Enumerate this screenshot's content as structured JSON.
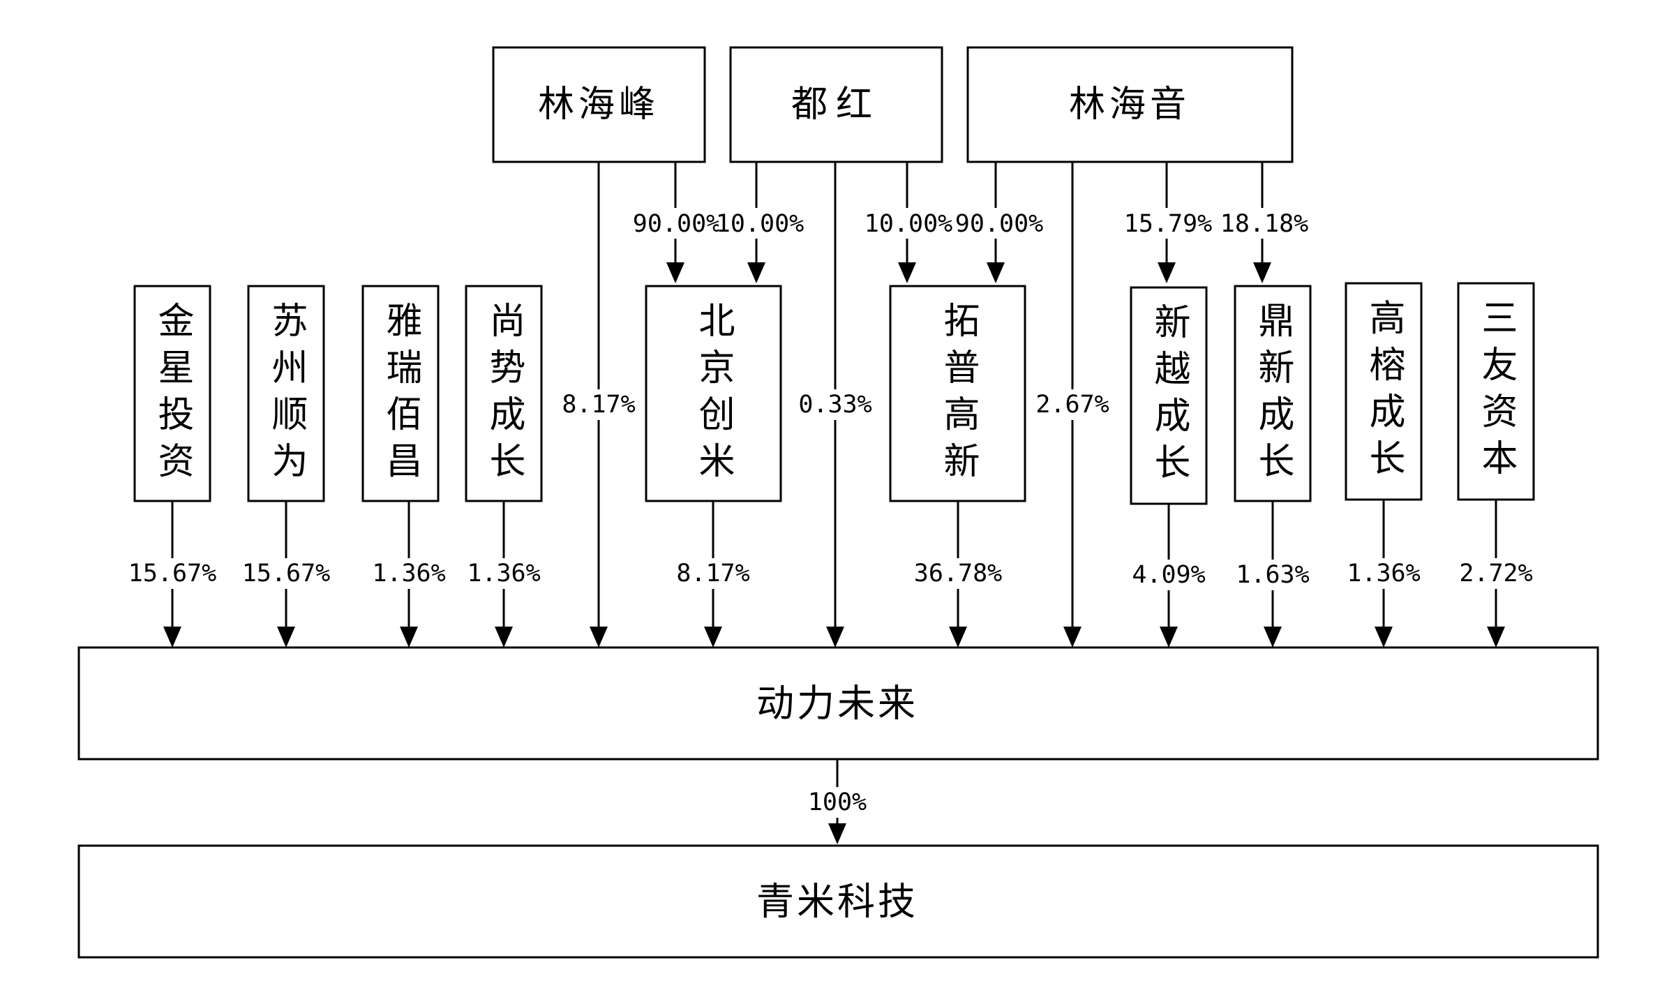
{
  "shareholders_top": {
    "lin_haifeng": "林海峰",
    "du_hong": "都红",
    "lin_haiyin": "林海音"
  },
  "mid_entities": {
    "jinxing": "金星投资",
    "suzhou": "苏州顺为",
    "yarui": "雅瑞佰昌",
    "shangshi": "尚势成长",
    "beijing": "北京创米",
    "tuopu": "拓普高新",
    "xinyue": "新越成长",
    "dingxin": "鼎新成长",
    "gaorong": "高榕成长",
    "sanyou": "三友资本"
  },
  "targets": {
    "dongli": "动力未来",
    "qingmi": "青米科技"
  },
  "edge_labels": {
    "lhf_to_beijing": "90.00%",
    "du_to_beijing": "10.00%",
    "du_to_tuopu": "10.00%",
    "lhy_to_tuopu": "90.00%",
    "lhy_to_xinyue": "15.79%",
    "lhy_to_dingxin": "18.18%",
    "lhf_to_dongli": "8.17%",
    "du_to_dongli": "0.33%",
    "lhy_to_dongli": "2.67%",
    "jinxing_to_dongli": "15.67%",
    "suzhou_to_dongli": "15.67%",
    "yarui_to_dongli": "1.36%",
    "shangshi_to_dongli": "1.36%",
    "beijing_to_dongli": "8.17%",
    "tuopu_to_dongli": "36.78%",
    "xinyue_to_dongli": "4.09%",
    "dingxin_to_dongli": "1.63%",
    "gaorong_to_dongli": "1.36%",
    "sanyou_to_dongli": "2.72%",
    "dongli_to_qingmi": "100%"
  }
}
